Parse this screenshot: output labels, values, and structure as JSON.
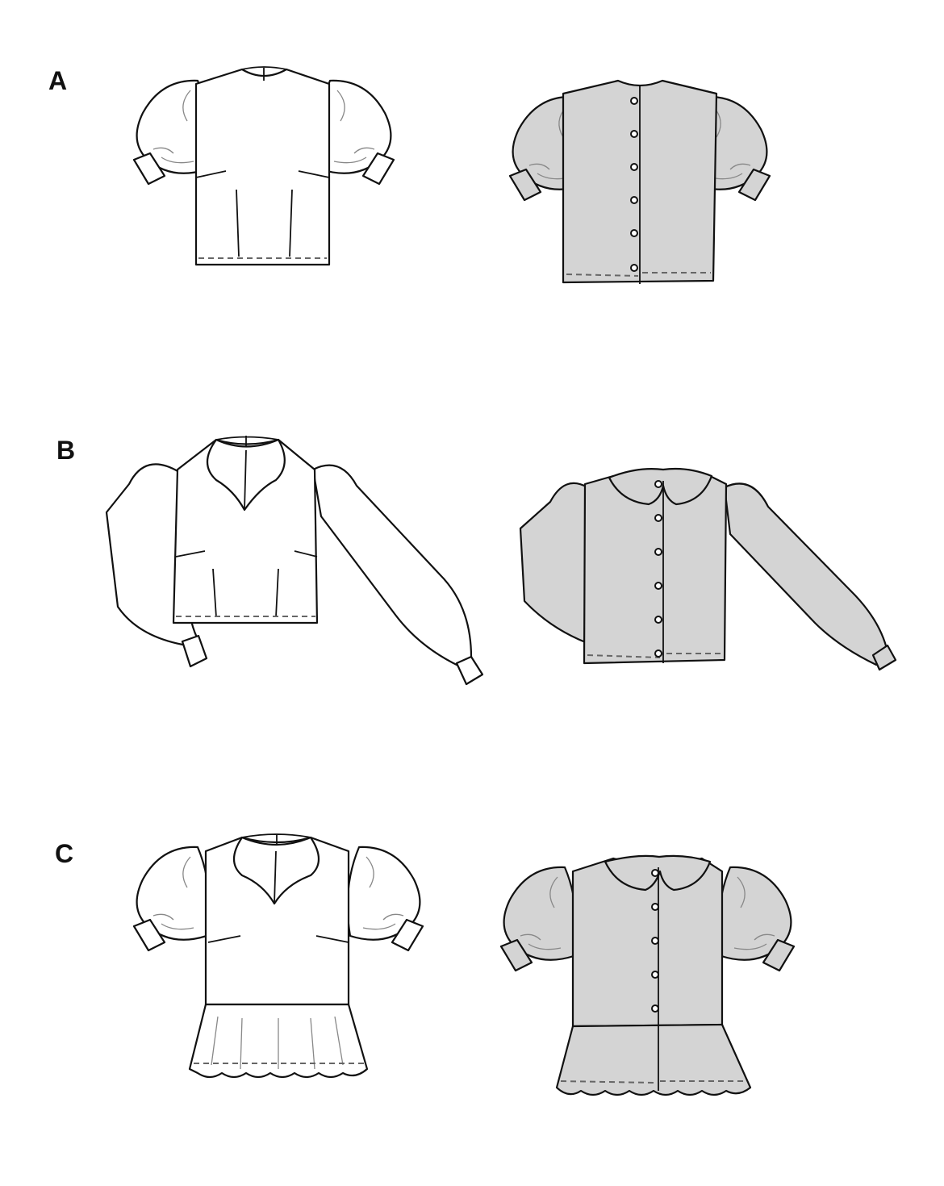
{
  "views": {
    "a": {
      "label": "A"
    },
    "b": {
      "label": "B"
    },
    "c": {
      "label": "C"
    }
  },
  "colors": {
    "back_fill": "#d4d4d4",
    "front_fill": "#ffffff",
    "outline": "#111111"
  }
}
